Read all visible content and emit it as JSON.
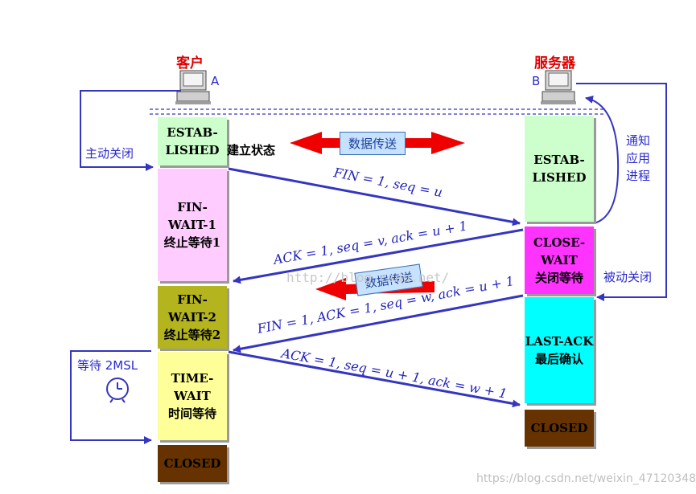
{
  "client": {
    "title": "客户",
    "letter": "A"
  },
  "server": {
    "title": "服务器",
    "letter": "B"
  },
  "client_states": {
    "established": "ESTAB-\nLISHED",
    "established_note": "建立状态",
    "fin_wait_1": "FIN-WAIT-1\n终止等待1",
    "fin_wait_2": "FIN-WAIT-2\n终止等待2",
    "time_wait": "TIME-WAIT\n时间等待",
    "closed": "CLOSED"
  },
  "server_states": {
    "established": "ESTAB-\nLISHED",
    "close_wait": "CLOSE-WAIT\n关闭等待",
    "last_ack": "LAST-ACK\n最后确认",
    "closed": "CLOSED"
  },
  "side_labels": {
    "active_close": "主动关闭",
    "notify_app": "通知\n应用\n进程",
    "passive_close": "被动关闭",
    "wait_2msl": "等待 2MSL"
  },
  "data_transfer": "数据传送",
  "messages": {
    "m1": "FIN = 1, seq = u",
    "m2": "ACK = 1, seq = v, ack = u + 1",
    "m3": "FIN = 1, ACK = 1, seq = w, ack = u + 1",
    "m4": "ACK = 1, seq = u + 1, ack = w + 1"
  },
  "watermark_center": "http://blog.csdn.net/",
  "watermark_footer": "https://blog.csdn.net/weixin_47120348",
  "colors": {
    "established": "#ccffcc",
    "fin_wait_1": "#ffccff",
    "fin_wait_2": "#b4b41e",
    "time_wait": "#ffff99",
    "closed": "#663300",
    "close_wait": "#ff33ff",
    "last_ack": "#00ffff",
    "arrow": "#3535c0",
    "red_arrow": "#ee0000"
  },
  "icons": [
    "computer-icon",
    "computer-icon",
    "clock-icon"
  ]
}
